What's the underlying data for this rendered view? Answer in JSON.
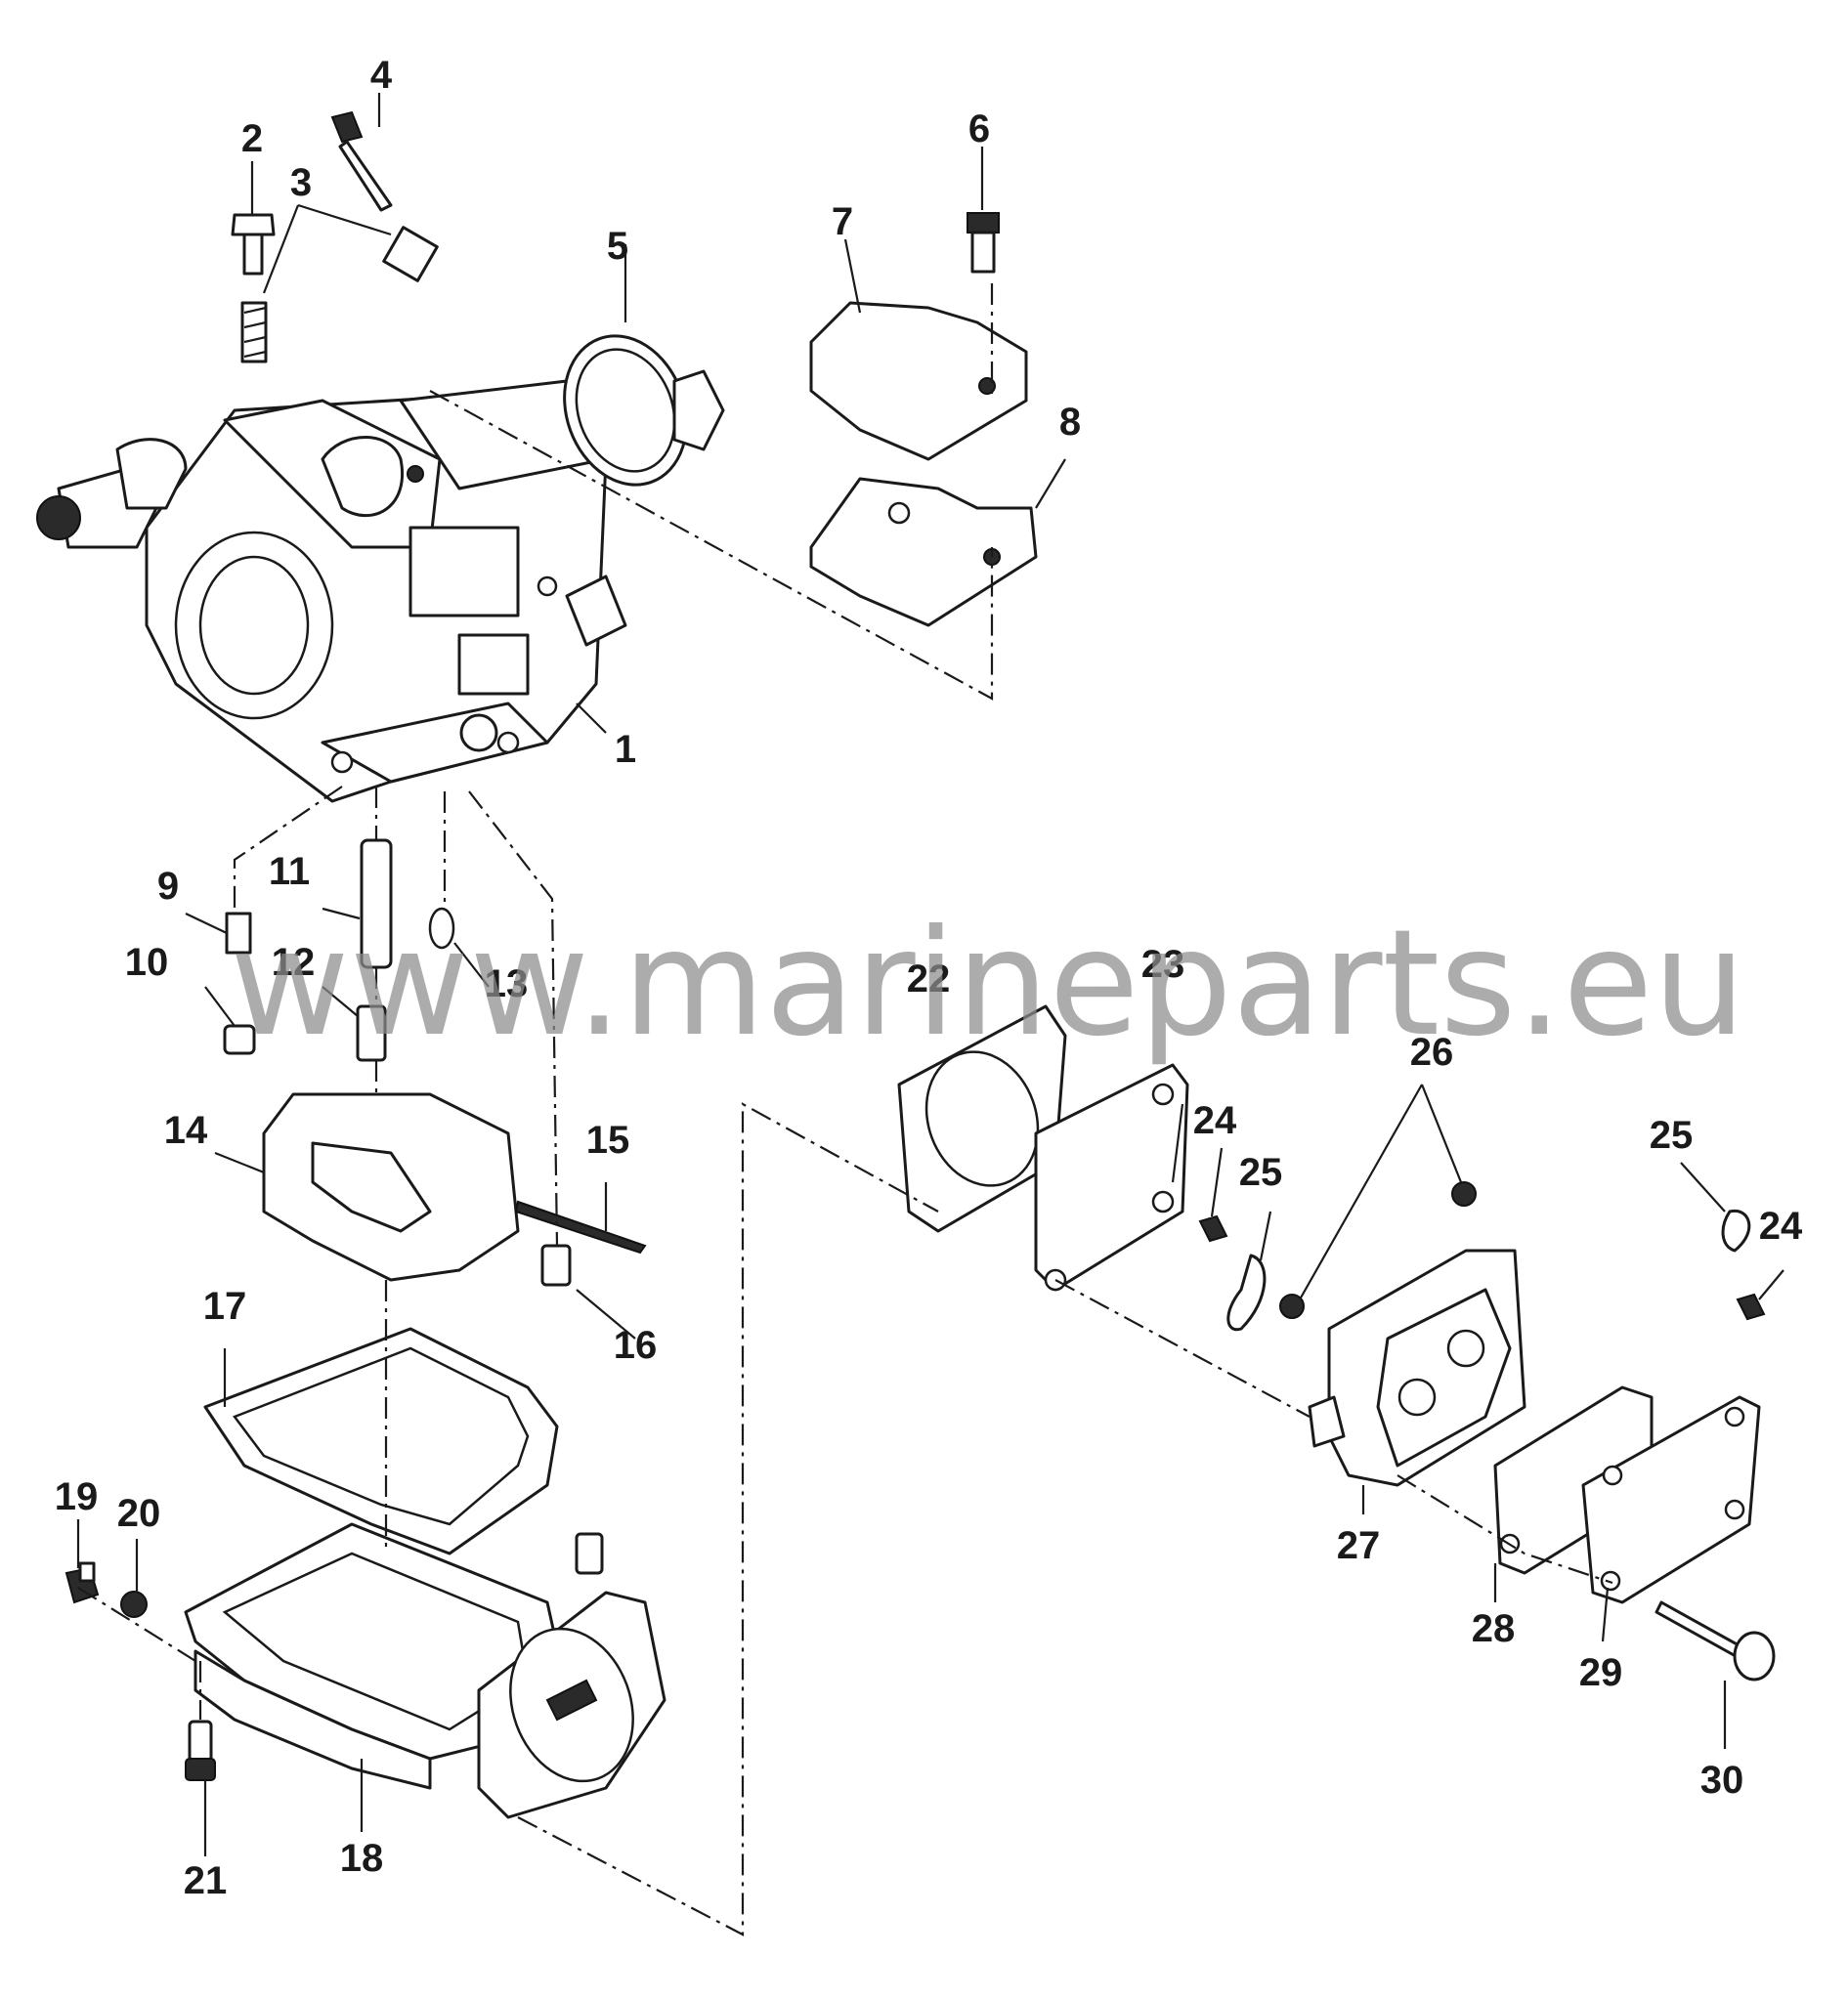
{
  "diagram": {
    "callouts": [
      "1",
      "2",
      "3",
      "4",
      "5",
      "6",
      "7",
      "8",
      "9",
      "10",
      "11",
      "12",
      "13",
      "14",
      "15",
      "16",
      "17",
      "18",
      "19",
      "20",
      "21",
      "22",
      "23",
      "24",
      "24",
      "25",
      "25",
      "26",
      "27",
      "28",
      "29",
      "30"
    ]
  },
  "watermark": "www.marineparts.eu"
}
